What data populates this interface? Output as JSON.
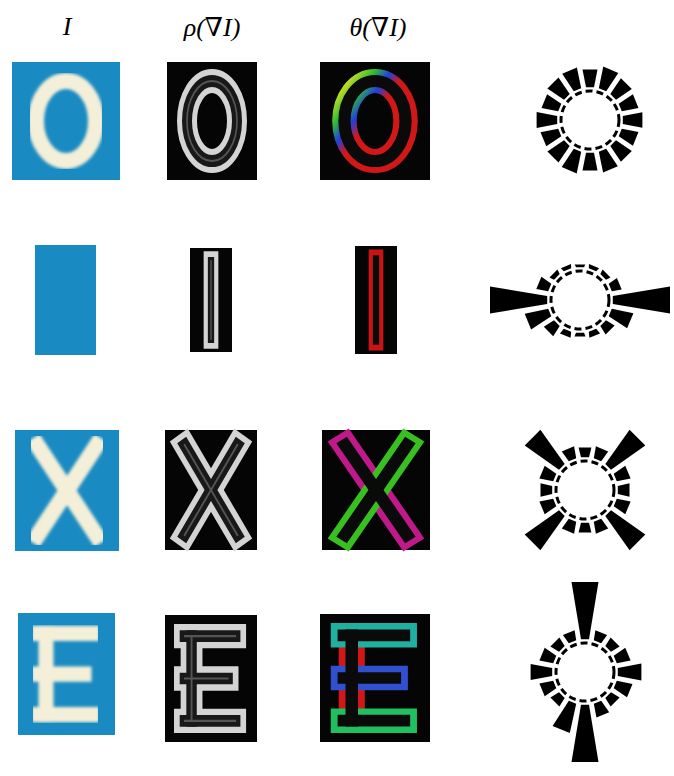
{
  "diagram": {
    "labels": [
      "I",
      "ρ(∇I)",
      "θ(∇I)"
    ]
  }
}
